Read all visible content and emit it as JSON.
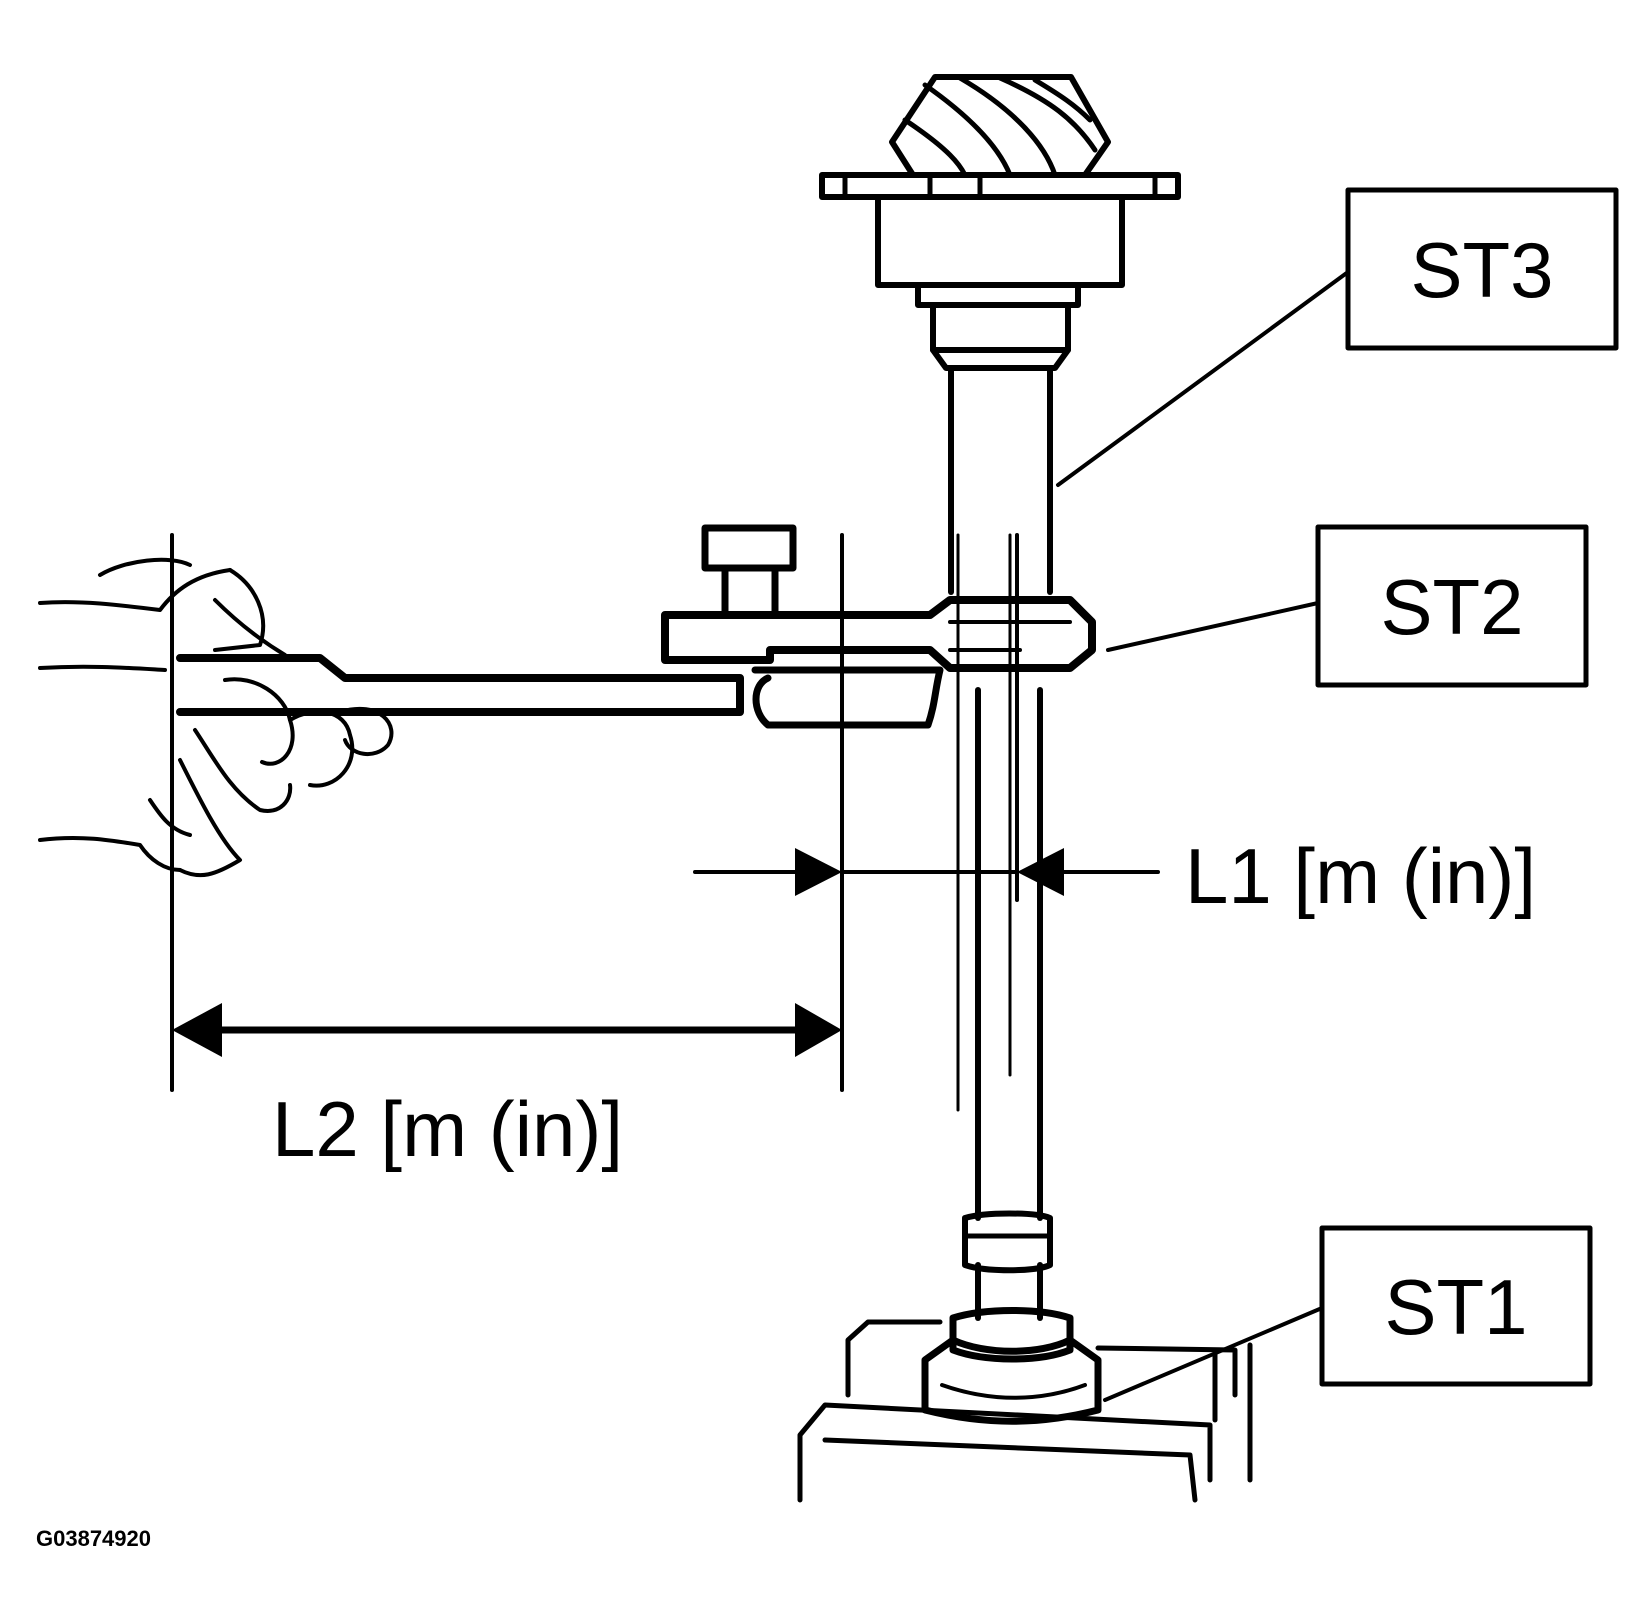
{
  "labels": {
    "st3": "ST3",
    "st2": "ST2",
    "st1": "ST1",
    "l1": "L1 [m (in)]",
    "l2": "L2 [m (in)]",
    "figure_id": "G03874920"
  },
  "colors": {
    "ink": "#000000",
    "paper": "#ffffff"
  }
}
